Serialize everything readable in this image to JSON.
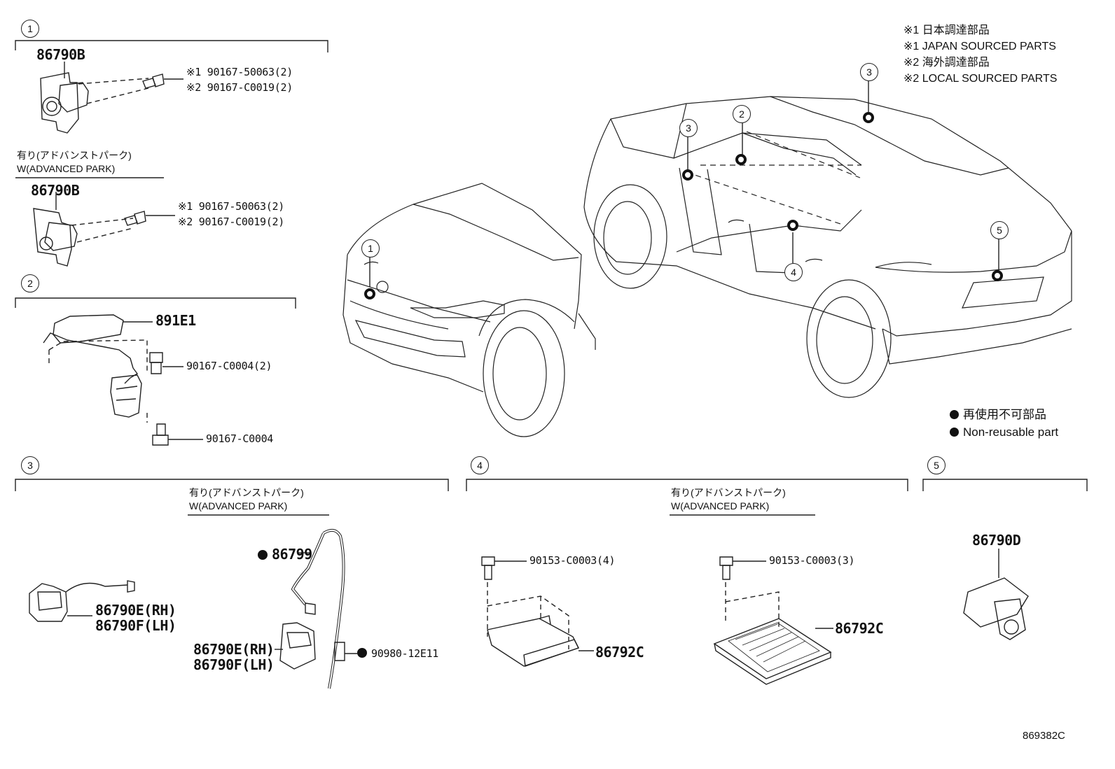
{
  "legend": {
    "line1": "※1 日本調達部品",
    "line2": "※1 JAPAN SOURCED PARTS",
    "line3": "※2 海外調達部品",
    "line4": "※2 LOCAL SOURCED PARTS",
    "nonreusable_ja": "再使用不可部品",
    "nonreusable_en": "Non-reusable part"
  },
  "condition": {
    "ja": "有り(アドバンストパーク)",
    "en": "W(ADVANCED PARK)"
  },
  "sections": {
    "s1": {
      "index": "1",
      "part_a": "86790B",
      "part_a_bolt1": "※1 90167-50063(2)",
      "part_a_bolt2": "※2 90167-C0019(2)",
      "part_b": "86790B",
      "part_b_bolt1": "※1 90167-50063(2)",
      "part_b_bolt2": "※2 90167-C0019(2)"
    },
    "s2": {
      "index": "2",
      "part": "891E1",
      "bolt1": "90167-C0004(2)",
      "bolt2": "90167-C0004"
    },
    "s3": {
      "index": "3",
      "cam_rh": "86790E(RH)",
      "cam_lh": "86790F(LH)",
      "wire": "86799",
      "cam2_rh": "86790E(RH)",
      "cam2_lh": "86790F(LH)",
      "clip": "90980-12E11"
    },
    "s4": {
      "index": "4",
      "bolt_a": "90153-C0003(4)",
      "ecu_a": "86792C",
      "bolt_b": "90153-C0003(3)",
      "ecu_b": "86792C"
    },
    "s5": {
      "index": "5",
      "part": "86790D"
    }
  },
  "vehicle_callouts": [
    "1",
    "2",
    "3",
    "3",
    "4",
    "5"
  ],
  "diagram_code": "869382C"
}
